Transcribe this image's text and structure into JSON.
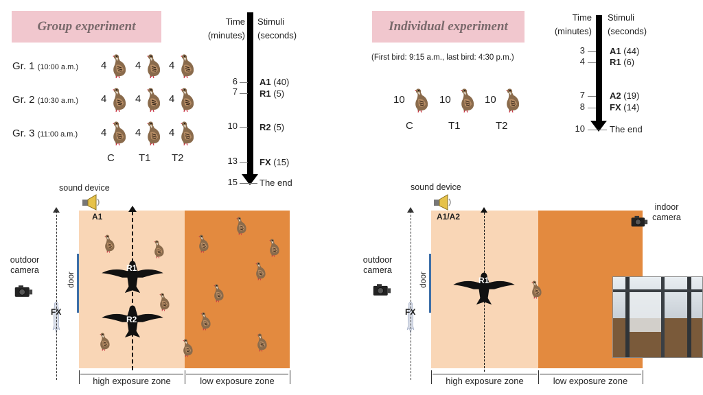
{
  "group": {
    "title": "Group experiment",
    "groups": [
      {
        "label": "Gr. 1",
        "time": "(10:00 a.m.)",
        "counts": [
          "4",
          "4",
          "4"
        ]
      },
      {
        "label": "Gr. 2",
        "time": "(10:30 a.m.)",
        "counts": [
          "4",
          "4",
          "4"
        ]
      },
      {
        "label": "Gr. 3",
        "time": "(11:00 a.m.)",
        "counts": [
          "4",
          "4",
          "4"
        ]
      }
    ],
    "columns": [
      "C",
      "T1",
      "T2"
    ],
    "timeline": {
      "time_header": [
        "Time",
        "(minutes)"
      ],
      "stim_header": [
        "Stimuli",
        "(seconds)"
      ],
      "events": [
        {
          "minute": "6",
          "stim": "A1",
          "sec": "(40)"
        },
        {
          "minute": "7",
          "stim": "R1",
          "sec": "(5)"
        },
        {
          "minute": "10",
          "stim": "R2",
          "sec": "(5)"
        },
        {
          "minute": "13",
          "stim": "FX",
          "sec": "(15)"
        },
        {
          "minute": "15",
          "stim": "The end",
          "sec": ""
        }
      ]
    },
    "arena": {
      "sound_device": "sound device",
      "speaker_label": "A1",
      "outdoor_camera": [
        "outdoor",
        "camera"
      ],
      "door": "door",
      "fx": "FX",
      "r1": "R1",
      "r2": "R2",
      "high_zone": "high exposure zone",
      "low_zone": "low exposure zone"
    }
  },
  "individual": {
    "title": "Individual experiment",
    "note": "(First bird: 9:15 a.m., last bird: 4:30 p.m.)",
    "counts": [
      "10",
      "10",
      "10"
    ],
    "columns": [
      "C",
      "T1",
      "T2"
    ],
    "timeline": {
      "time_header": [
        "Time",
        "(minutes)"
      ],
      "stim_header": [
        "Stimuli",
        "(seconds)"
      ],
      "events": [
        {
          "minute": "3",
          "stim": "A1",
          "sec": "(44)"
        },
        {
          "minute": "4",
          "stim": "R1",
          "sec": "(6)"
        },
        {
          "minute": "7",
          "stim": "A2",
          "sec": "(19)"
        },
        {
          "minute": "8",
          "stim": "FX",
          "sec": "(14)"
        },
        {
          "minute": "10",
          "stim": "The end",
          "sec": ""
        }
      ]
    },
    "arena": {
      "sound_device": "sound device",
      "speaker_label": "A1/A2",
      "outdoor_camera": [
        "outdoor",
        "camera"
      ],
      "indoor_camera": [
        "indoor",
        "camera"
      ],
      "door": "door",
      "fx": "FX",
      "r1": "R1",
      "high_zone": "high exposure zone",
      "low_zone": "low exposure zone"
    }
  },
  "colors": {
    "banner": "#f1c7ce",
    "high_zone": "#f9d6b6",
    "low_zone": "#e38a3f",
    "door": "#3d6fa8"
  }
}
